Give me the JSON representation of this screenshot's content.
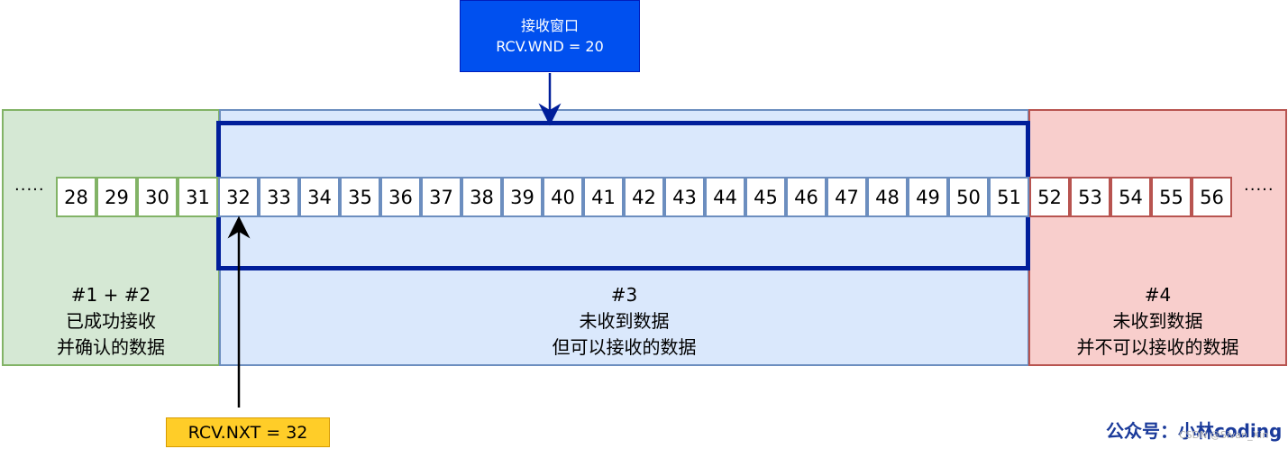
{
  "window_box": {
    "line1": "接收窗口",
    "line2": "RCV.WND = 20"
  },
  "next_pointer": {
    "label": "RCV.NXT = 32"
  },
  "regions": [
    {
      "id": "green",
      "lines": [
        "#1 + #2",
        "已成功接收",
        "并确认的数据"
      ]
    },
    {
      "id": "blue",
      "lines": [
        "#3",
        "未收到数据",
        "但可以接收的数据"
      ]
    },
    {
      "id": "red",
      "lines": [
        "#4",
        "未收到数据",
        "并不可以接收的数据"
      ]
    }
  ],
  "sequence": {
    "green": [
      "28",
      "29",
      "30",
      "31"
    ],
    "blue": [
      "32",
      "33",
      "34",
      "35",
      "36",
      "37",
      "38",
      "39",
      "40",
      "41",
      "42",
      "43",
      "44",
      "45",
      "46",
      "47",
      "48",
      "49",
      "50",
      "51"
    ],
    "red": [
      "52",
      "53",
      "54",
      "55",
      "56"
    ]
  },
  "ellipsis_left": "·····",
  "ellipsis_right": "·····",
  "watermark": "公众号：小林coding",
  "csdn_watermark": "CSDN @Sivan_Xin",
  "colors": {
    "green_fill": "#d5e8d4",
    "green_border": "#82b366",
    "blue_fill": "#dae8fc",
    "blue_border": "#6c8ebf",
    "red_fill": "#f8cecc",
    "red_border": "#b85450",
    "window_border": "#001e9a",
    "window_label_fill": "#0050ef",
    "pointer_fill": "#ffcd28"
  }
}
